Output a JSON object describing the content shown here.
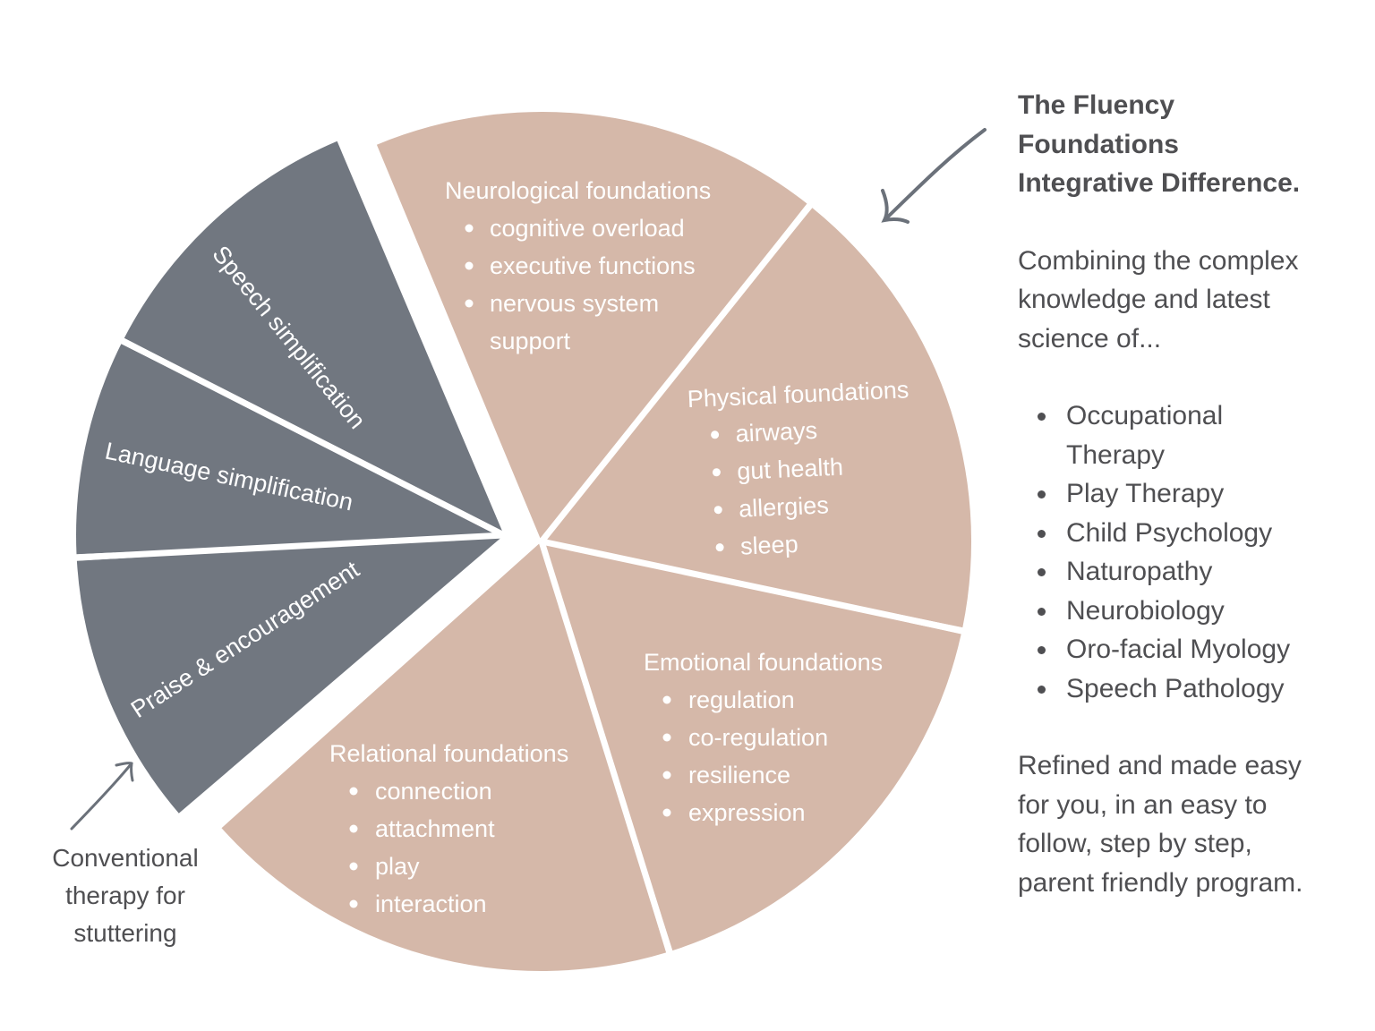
{
  "colors": {
    "beige": "#d5b8a9",
    "gray": "#717780",
    "text_dark": "#4f4f52",
    "slice_text": "#ffffff"
  },
  "pie": {
    "integrative_slices": [
      {
        "title": "Neurological foundations",
        "items": [
          "cognitive overload",
          "executive functions",
          "nervous system",
          "support"
        ]
      },
      {
        "title": "Physical foundations",
        "items": [
          "airways",
          "gut health",
          "allergies",
          "sleep"
        ]
      },
      {
        "title": "Emotional foundations",
        "items": [
          "regulation",
          "co-regulation",
          "resilience",
          "expression"
        ]
      },
      {
        "title": "Relational foundations",
        "items": [
          "connection",
          "attachment",
          "play",
          "interaction"
        ]
      }
    ],
    "conventional_slices": [
      {
        "label": "Speech simplification"
      },
      {
        "label": "Language simplification"
      },
      {
        "label": "Praise & encouragement"
      }
    ]
  },
  "conventional_caption": {
    "lines": [
      "Conventional",
      "therapy for",
      "stuttering"
    ]
  },
  "sidebar": {
    "title_lines": [
      "The Fluency",
      "Foundations",
      "Integrative Difference."
    ],
    "intro_lines": [
      "Combining the complex",
      "knowledge and latest",
      "science of..."
    ],
    "disciplines": [
      "Occupational Therapy",
      "Play Therapy",
      "Child Psychology",
      "Naturopathy",
      "Neurobiology",
      "Oro-facial Myology",
      "Speech Pathology"
    ],
    "outro_lines": [
      "Refined and made easy",
      "for you, in an easy to",
      "follow, step by step,",
      "parent friendly program."
    ]
  }
}
